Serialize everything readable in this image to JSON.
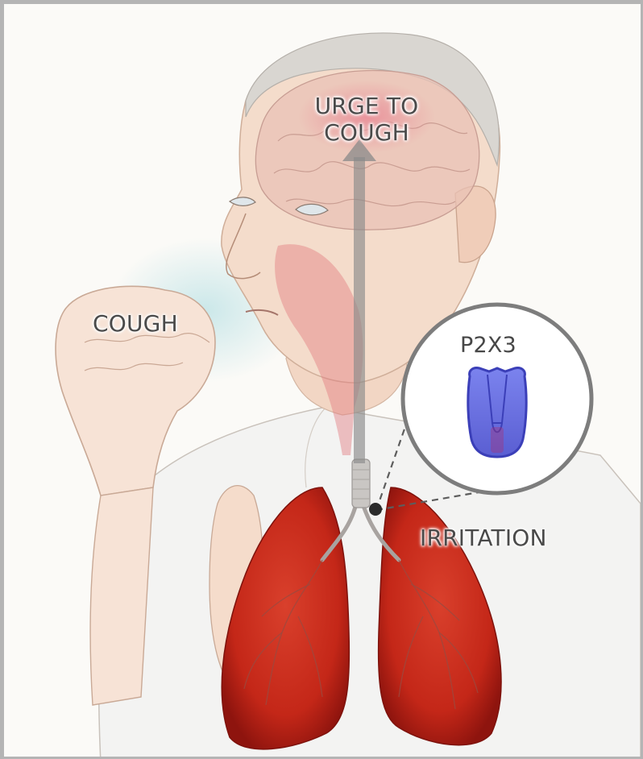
{
  "labels": {
    "urge_line1": "URGE TO",
    "urge_line2": "COUGH",
    "cough": "COUGH",
    "irritation": "IRRITATION",
    "receptor": "P2X3"
  },
  "colors": {
    "lungs": "#c8281c",
    "receptor": "#6f73e0",
    "arrow": "#8a8a8a",
    "skin": "#f3dccb",
    "shirt": "#f4f4f4"
  }
}
